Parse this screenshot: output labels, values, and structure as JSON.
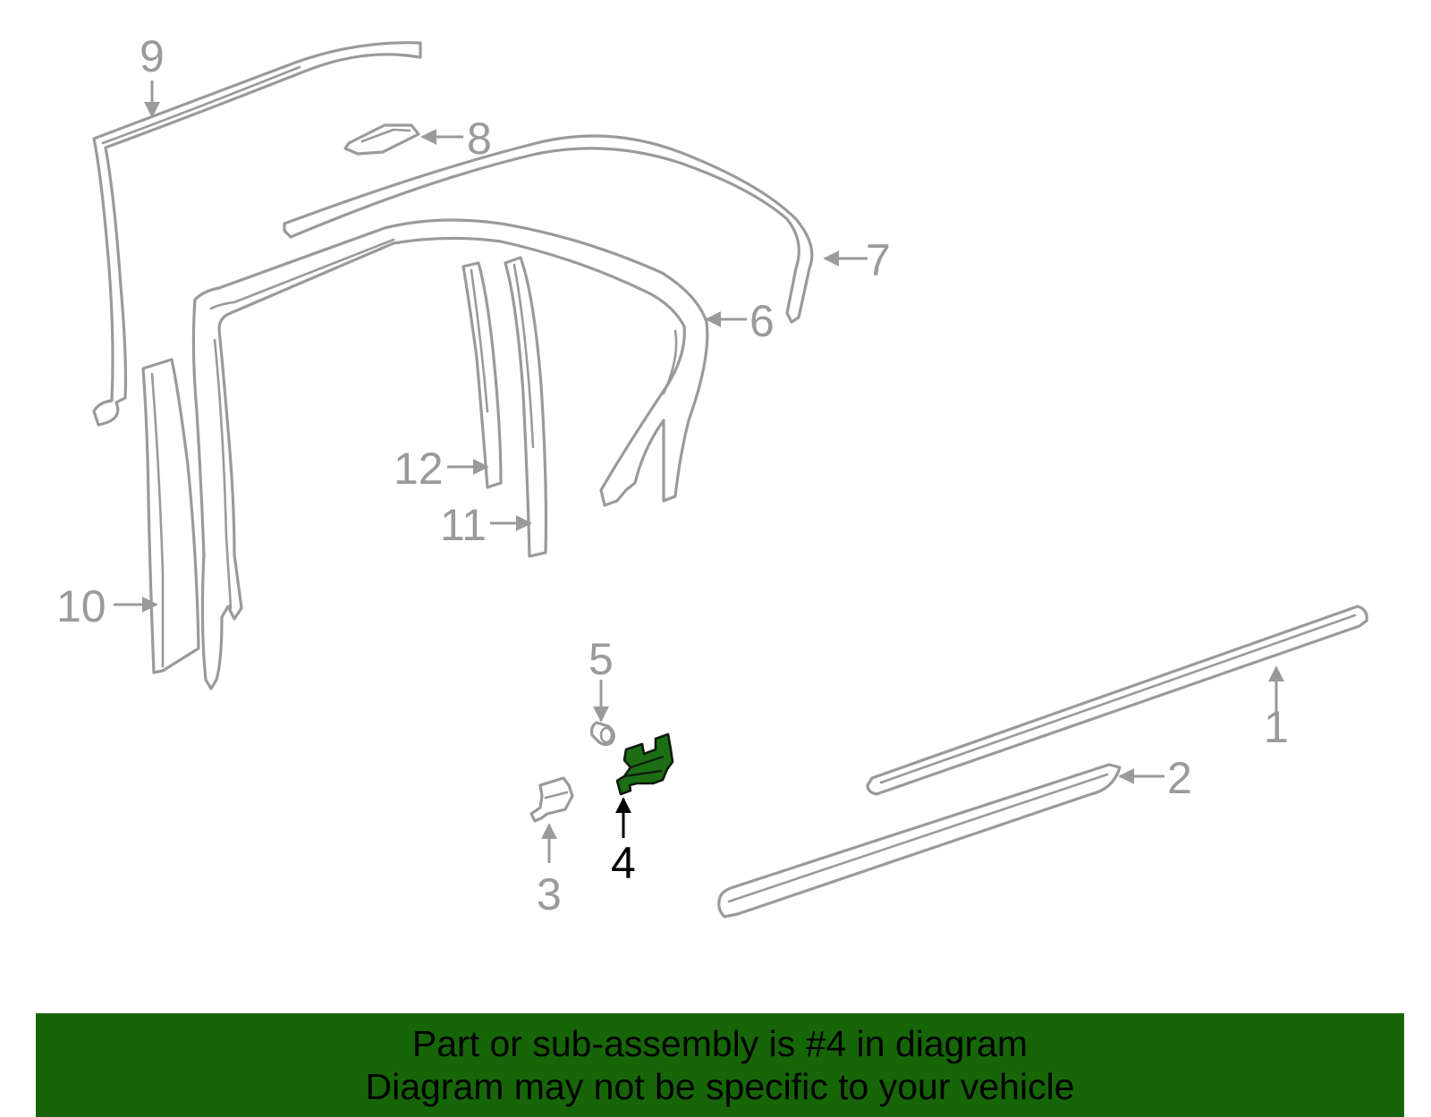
{
  "diagram": {
    "highlighted_part": "4",
    "callouts": [
      {
        "id": "1",
        "label": "1"
      },
      {
        "id": "2",
        "label": "2"
      },
      {
        "id": "3",
        "label": "3"
      },
      {
        "id": "4",
        "label": "4"
      },
      {
        "id": "5",
        "label": "5"
      },
      {
        "id": "6",
        "label": "6"
      },
      {
        "id": "7",
        "label": "7"
      },
      {
        "id": "8",
        "label": "8"
      },
      {
        "id": "9",
        "label": "9"
      },
      {
        "id": "10",
        "label": "10"
      },
      {
        "id": "11",
        "label": "11"
      },
      {
        "id": "12",
        "label": "12"
      }
    ],
    "colors": {
      "part_outline": "#9a9a9a",
      "highlight_fill": "#1b6e14",
      "banner_bg": "#166608"
    }
  },
  "banner": {
    "line1": "Part or sub-assembly is #4 in diagram",
    "line2": "Diagram may not be specific to your vehicle"
  }
}
